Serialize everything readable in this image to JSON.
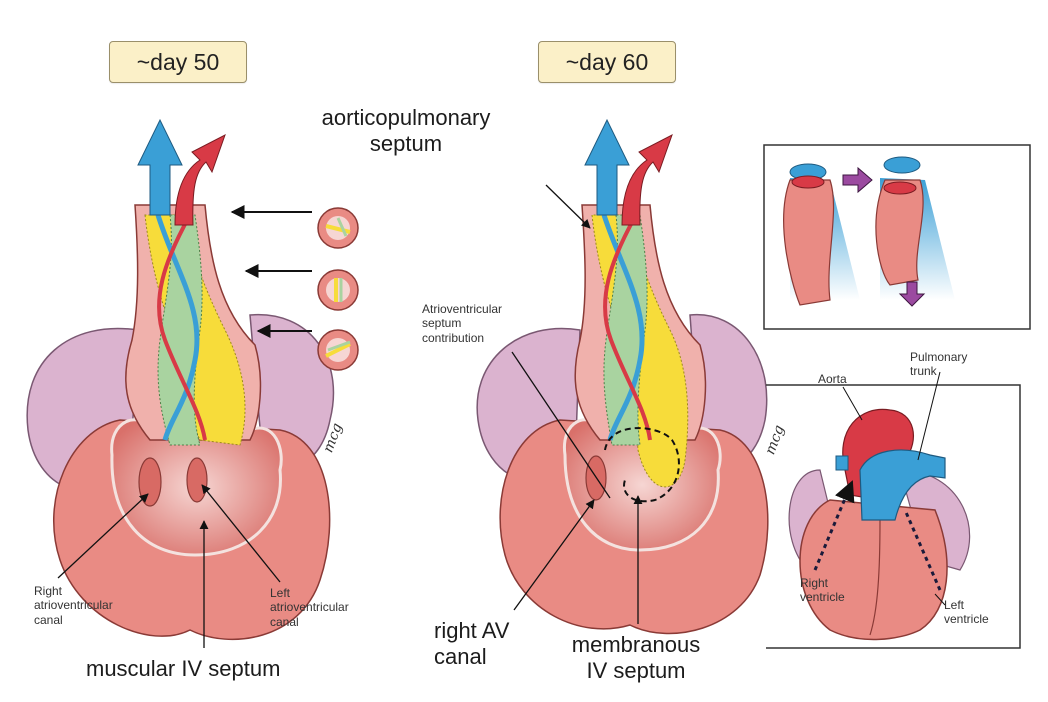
{
  "badges": {
    "day50": "~day 50",
    "day60": "~day 60"
  },
  "labels": {
    "aorticopulmonary_line1": "aorticopulmonary",
    "aorticopulmonary_line2": "septum",
    "av_septum_line1": "Atrioventricular",
    "av_septum_line2": "septum",
    "av_septum_line3": "contribution",
    "right_av_canal_small_line1": "Right",
    "right_av_canal_small_line2": "atrioventricular",
    "right_av_canal_small_line3": "canal",
    "left_av_canal_small_line1": "Left",
    "left_av_canal_small_line2": "atrioventricular",
    "left_av_canal_small_line3": "canal",
    "muscular_iv_septum": "muscular IV septum",
    "right_av_canal_big_line1": "right AV",
    "right_av_canal_big_line2": "canal",
    "membranous_line1": "membranous",
    "membranous_line2": "IV septum",
    "aorta": "Aorta",
    "pulmonary_line1": "Pulmonary",
    "pulmonary_line2": "trunk",
    "right_ventricle_line1": "Right",
    "right_ventricle_line2": "ventricle",
    "left_ventricle_line1": "Left",
    "left_ventricle_line2": "ventricle",
    "signature": "mcg"
  },
  "colors": {
    "heart_pink": "#e98b84",
    "heart_dark": "#c25a55",
    "atrium_lilac": "#dbb3cf",
    "septum_yellow": "#f7dc3a",
    "septum_green": "#a9d3a0",
    "aorta_red": "#d83a46",
    "pulmonary_blue": "#3a9fd6",
    "arrow_purple": "#9b4aa0",
    "badge_bg": "#fbf0c8"
  },
  "icons": {
    "blue_arrow": "pulmonary-outflow-arrow",
    "red_arrow": "aortic-outflow-arrow",
    "purple_arrow": "purple-direction-arrow"
  }
}
